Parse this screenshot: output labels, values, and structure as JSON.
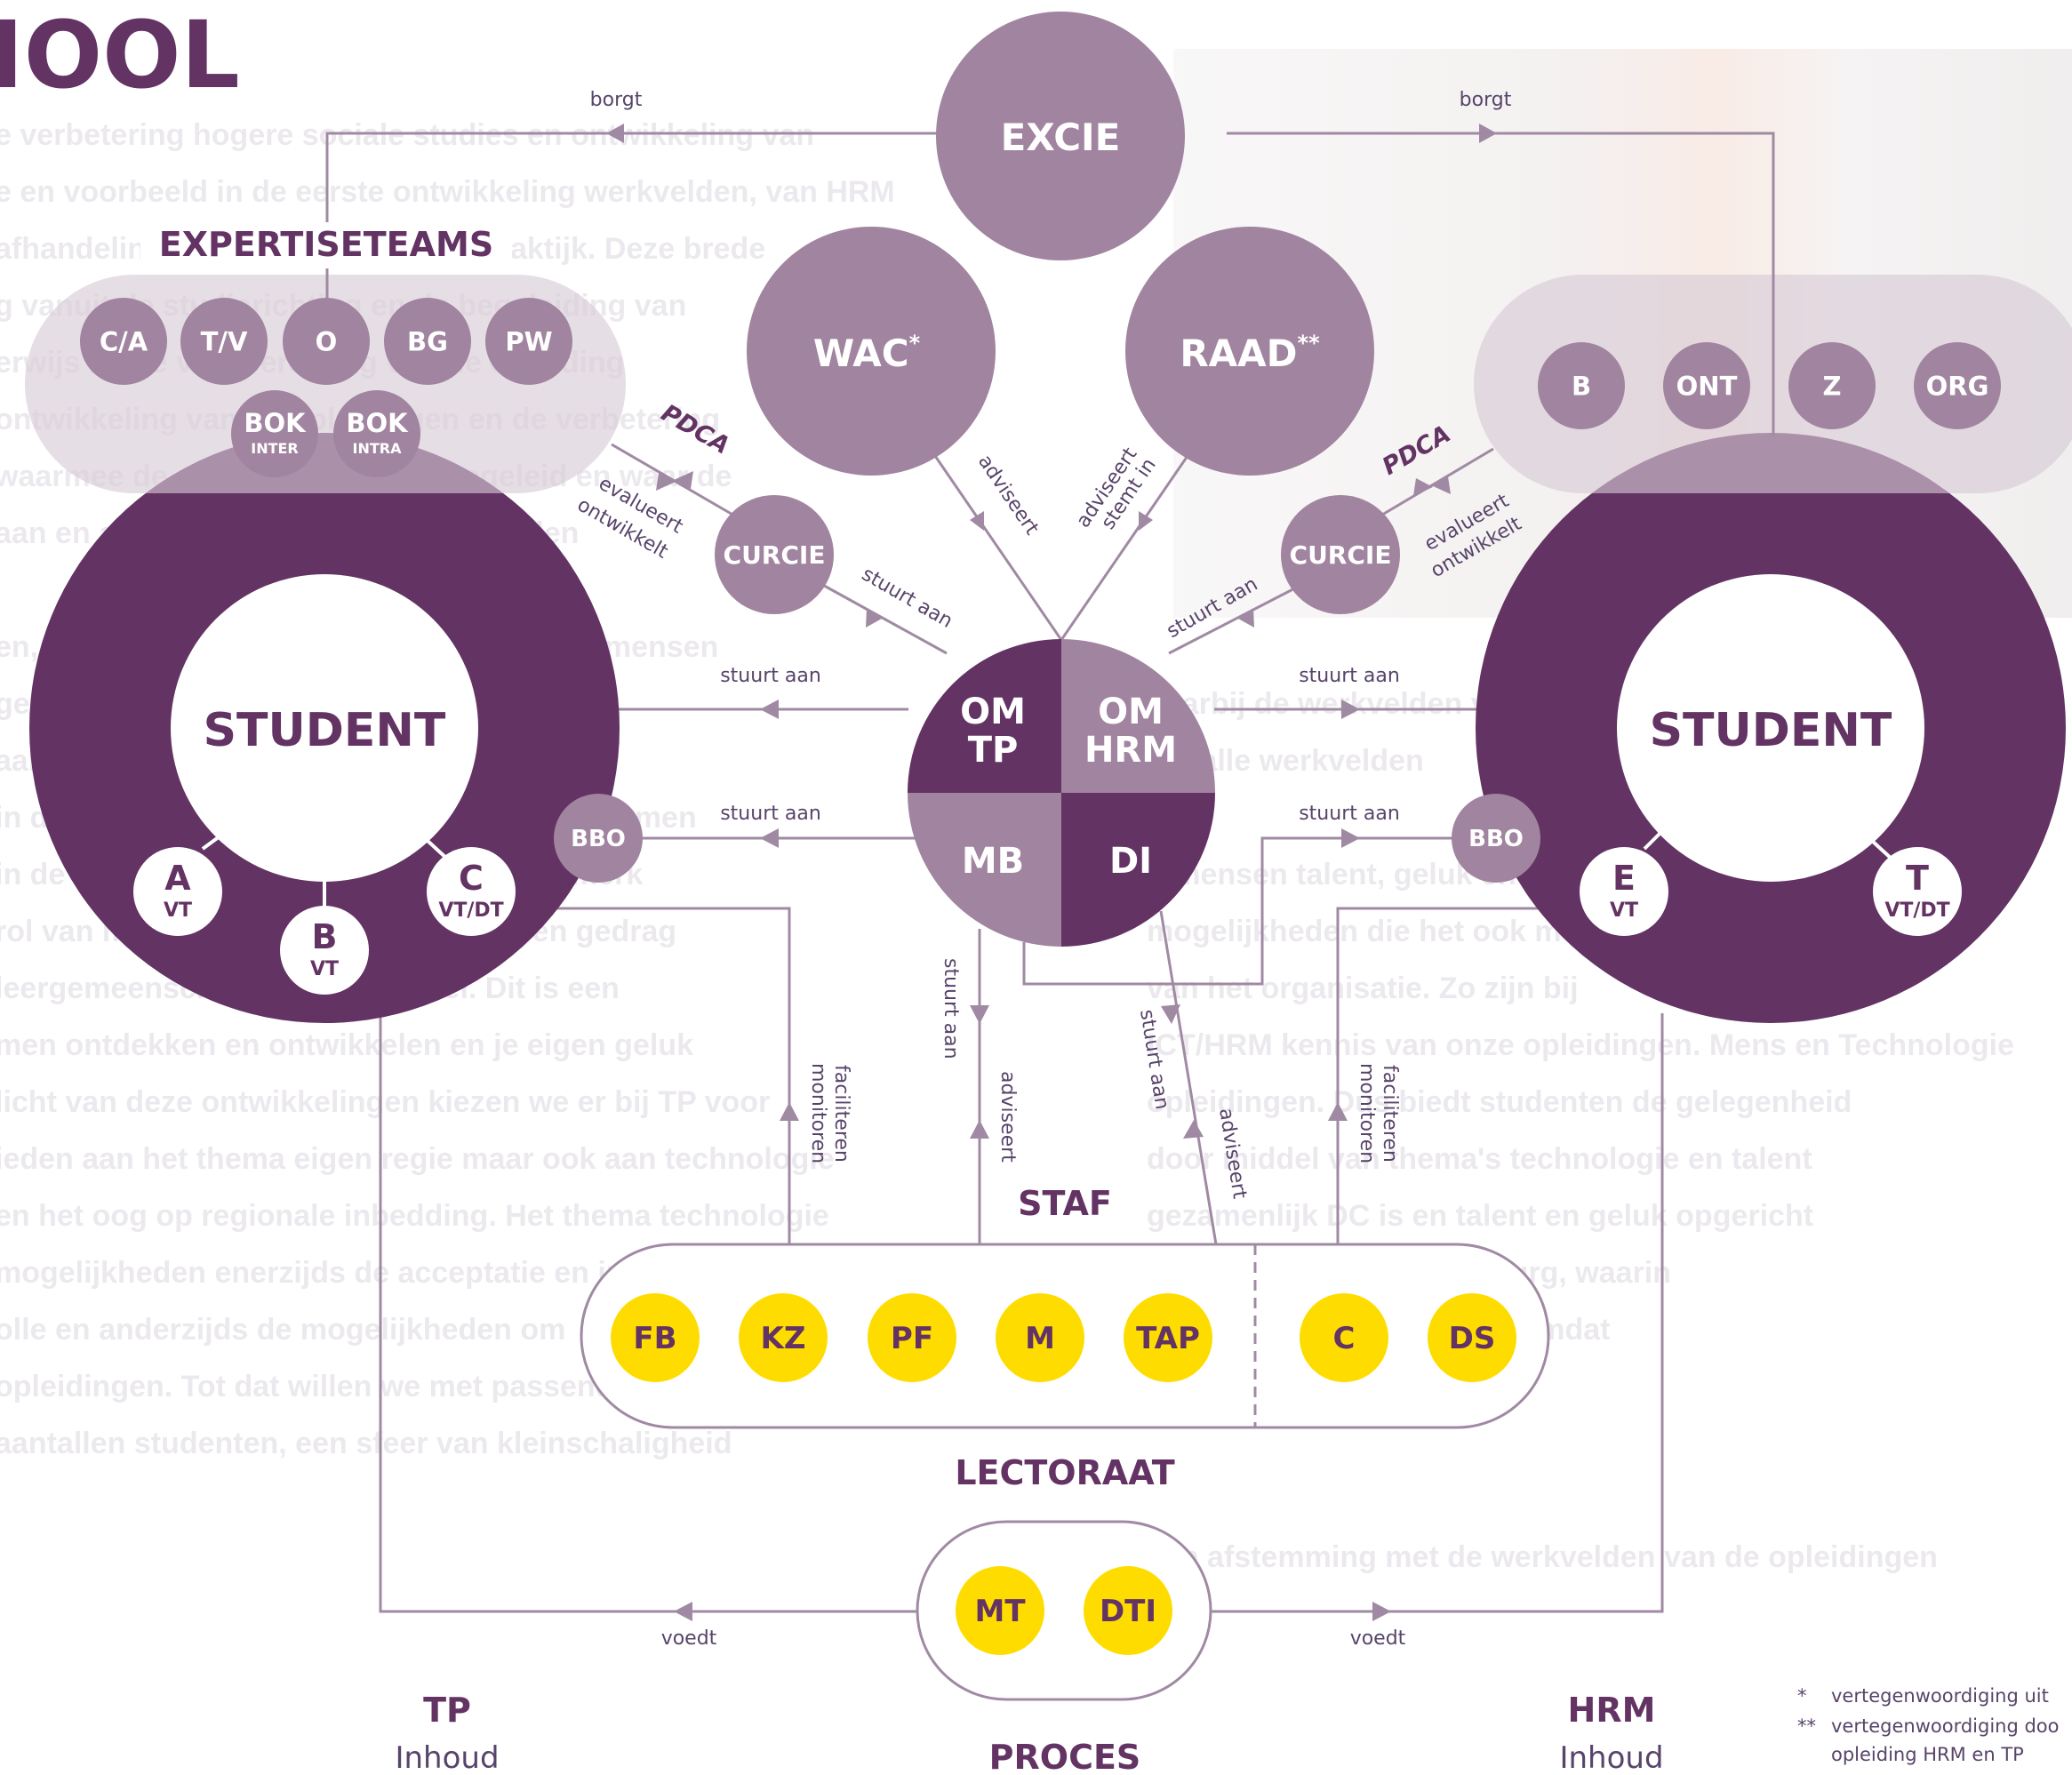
{
  "page": {
    "heading": "IOOL",
    "background_lines": [
      "e verbetering hogere sociale studies en ontwikkeling van",
      "e en voorbeeld in de eerste ontwikkeling werkvelden, van HRM",
      "afhandeling en onderzoek van de praktijk. Deze brede",
      "g vanuit de studierichting en de begeleiding van",
      "erwijs bij de voorbereiding van de opleiding",
      "ontwikkeling van de opleidingen en de verbetering",
      "waarmee de studenten worden begeleid en waar de",
      "aan en afspraken in de opleiding worden",
      "",
      "en, het ontwikkelen van talent en werk. de mensen",
      "gebeuren in de opleiding wordt het team",
      "aan de werkvelden, een sturing aan deze",
      "in de werkvelden, en nieuwe opleidingen vormen",
      "in de ontwikkeling van talent en een kenmerk",
      "rol van mensen in organisaties, werk en gedrag",
      "leergemeenschappen een sleutel. Dit is een",
      "men ontdekken en ontwikkelen en je eigen geluk",
      "licht van deze ontwikkelingen kiezen we er bij TP voor",
      "ieden aan het thema eigen regie maar ook aan technologie",
      "en het oog op regionale inbedding. Het thema technologie",
      "mogelijkheden enerzijds de acceptatie en inzet van",
      "olle en anderzijds de mogelijkheden om",
      "opleidingen. Tot dat willen we met passende",
      "aantallen studenten, een sfeer van kleinschaligheid"
    ],
    "background_lines_right": [
      "",
      "",
      "",
      "",
      "",
      "",
      "",
      "",
      "",
      "",
      "daarbij de werkvelden van de opleidingen",
      "dat alle werkvelden",
      "",
      "n mensen talent, geluk en werk",
      "mogelijkheden die het ook mogelijk maken om",
      "van het organisatie. Zo zijn bij",
      "ICT/HRM kennis van onze opleidingen. Mens en Technologie",
      "opleidingen. Dus biedt studenten de gelegenheid",
      "door middel van thema's technologie en talent",
      "gezamenlijk DC is en talent en geluk opgericht",
      "en Zorg en Welzijn in Tilburg, waarin",
      "bij werkvelden en kennis, omdat",
      "",
      "",
      "",
      "een afstemming met de werkvelden van de opleidingen"
    ],
    "footnotes": [
      "*",
      "vertegenwoordiging uit",
      "**",
      "vertegenwoordiging doo",
      "opleiding HRM en TP"
    ]
  },
  "diagram": {
    "colors": {
      "dark_purple": "#633363",
      "mid_purple": "#a1849f",
      "light_purple": "#c0a9bf",
      "yellow": "#ffdc00",
      "line": "#a08aa3",
      "white": "#ffffff"
    },
    "nodes": {
      "excie": "EXCIE",
      "wac": "WAC",
      "wac_mark": "*",
      "raad": "RAAD",
      "raad_mark": "**",
      "curcie_left": "CURCIE",
      "curcie_right": "CURCIE",
      "expertiseteams": "EXPERTISETEAMS",
      "student_left": "STUDENT",
      "student_right": "STUDENT",
      "bbo_left": "BBO",
      "bbo_right": "BBO",
      "staf": "STAF",
      "lectoraat": "LECTORAAT",
      "pdca_left": "PDCA",
      "pdca_right": "PDCA"
    },
    "expertise_left": [
      "C/A",
      "T/V",
      "O",
      "BG",
      "PW"
    ],
    "bok": [
      {
        "main": "BOK",
        "sub": "INTER"
      },
      {
        "main": "BOK",
        "sub": "INTRA"
      }
    ],
    "expertise_right": [
      "B",
      "ONT",
      "Z",
      "ORG"
    ],
    "center_quadrants": {
      "tl": [
        "OM",
        "TP"
      ],
      "tr": [
        "OM",
        "HRM"
      ],
      "bl": [
        "MB"
      ],
      "br": [
        "DI"
      ]
    },
    "student_left_sub": [
      {
        "main": "A",
        "sub": "VT"
      },
      {
        "main": "B",
        "sub": "VT"
      },
      {
        "main": "C",
        "sub": "VT/DT"
      }
    ],
    "student_right_sub": [
      {
        "main": "E",
        "sub": "VT"
      },
      {
        "main": "T",
        "sub": "VT/DT"
      }
    ],
    "staf_members_left": [
      "FB",
      "KZ",
      "PF",
      "M",
      "TAP"
    ],
    "staf_members_right": [
      "C",
      "DS"
    ],
    "lectoraat_members": [
      "MT",
      "DTI"
    ],
    "edge_labels": {
      "borgt_left": "borgt",
      "borgt_right": "borgt",
      "adviseert_wac": "adviseert",
      "adviseert_raad": "adviseert",
      "stemt_in": "stemt in",
      "evalueert_left": "evalueert",
      "ontwikkelt_left": "ontwikkelt",
      "evalueert_right": "evalueert",
      "ontwikkelt_right": "ontwikkelt",
      "stuurt_aan_curcie_left": "stuurt aan",
      "stuurt_aan_curcie_right": "stuurt aan",
      "stuurt_aan_student_left": "stuurt aan",
      "stuurt_aan_student_right": "stuurt aan",
      "stuurt_aan_bbo_left": "stuurt aan",
      "stuurt_aan_bbo_right": "stuurt aan",
      "stuurt_aan_staf_mb": "stuurt aan",
      "stuurt_aan_staf_di": "stuurt aan",
      "adviseert_staf_left": "adviseert",
      "adviseert_staf_right": "adviseert",
      "faciliteren_left": "faciliteren",
      "monitoren_left": "monitoren",
      "faciliteren_right": "faciliteren",
      "monitoren_right": "monitoren",
      "voedt_left": "voedt",
      "voedt_right": "voedt"
    },
    "bottom_labels": {
      "tp": "TP",
      "tp_sub": "Inhoud",
      "proces": "PROCES",
      "hrm": "HRM",
      "hrm_sub": "Inhoud"
    }
  }
}
